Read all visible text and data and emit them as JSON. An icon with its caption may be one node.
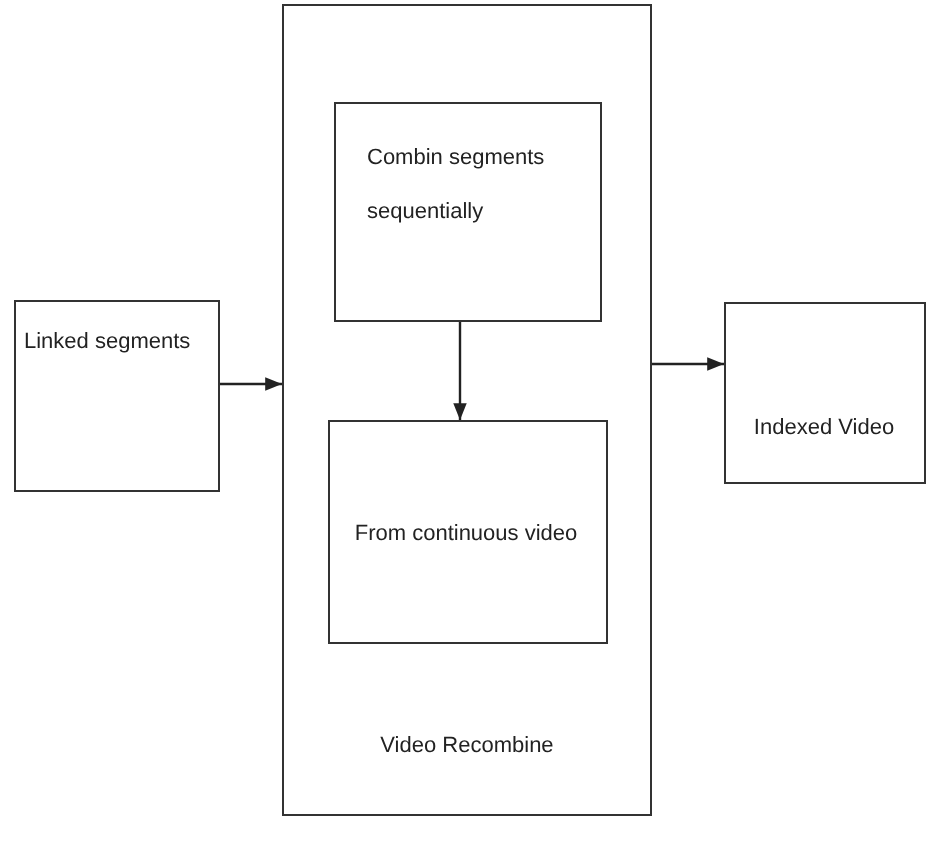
{
  "diagram": {
    "nodes": [
      {
        "text": [
          "Linked segments"
        ]
      },
      {
        "text": [
          "Video Recombine"
        ]
      },
      {
        "text": [
          "Combin segments sequentially"
        ],
        "in": 1
      },
      {
        "text": [
          "From continuous video"
        ],
        "in": 1
      },
      {
        "text": [
          "Indexed Video"
        ]
      }
    ],
    "edges": [
      {
        "from": 0,
        "to": 1,
        "arrow": "to"
      },
      {
        "from": 2,
        "to": 3,
        "arrow": "to"
      },
      {
        "from": 1,
        "to": 4,
        "arrow": "to"
      }
    ]
  }
}
